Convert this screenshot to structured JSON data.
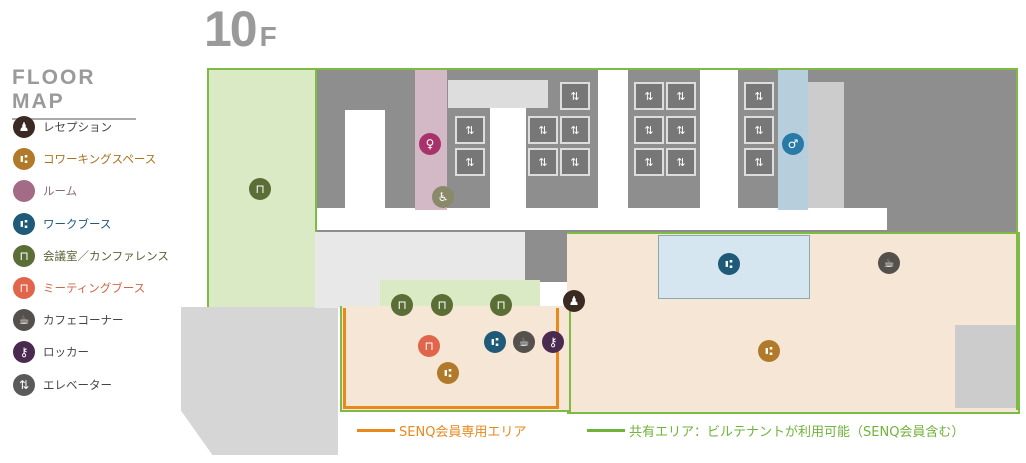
{
  "floor": {
    "number": "10",
    "suffix": "F"
  },
  "legend_title": "FLOOR MAP",
  "legend": [
    {
      "label": "レセプション",
      "color": "#3b2a22",
      "text_color": "#444",
      "icon": "reception-icon",
      "glyph": "♟"
    },
    {
      "label": "コワーキングスペース",
      "color": "#b07a2a",
      "text_color": "#a8731f",
      "icon": "coworking-icon",
      "glyph": "⑆"
    },
    {
      "label": "ルーム",
      "color": "#a46b86",
      "text_color": "#8a6a7a",
      "icon": "room-icon",
      "glyph": ""
    },
    {
      "label": "ワークブース",
      "color": "#1f5a78",
      "text_color": "#1f5a78",
      "icon": "work-booth-icon",
      "glyph": "⑆"
    },
    {
      "label": "会議室／カンファレンス",
      "color": "#5a6e35",
      "text_color": "#5a6035",
      "icon": "conference-icon",
      "glyph": "⊓"
    },
    {
      "label": "ミーティングブース",
      "color": "#e0654a",
      "text_color": "#d0654a",
      "icon": "meeting-booth-icon",
      "glyph": "⊓"
    },
    {
      "label": "カフェコーナー",
      "color": "#54504c",
      "text_color": "#444",
      "icon": "cafe-icon",
      "glyph": "☕"
    },
    {
      "label": "ロッカー",
      "color": "#4a2a4f",
      "text_color": "#444",
      "icon": "locker-icon",
      "glyph": "⚷"
    },
    {
      "label": "エレベーター",
      "color": "#5a5a5a",
      "text_color": "#444",
      "icon": "elevator-icon",
      "glyph": "⇅"
    }
  ],
  "map_legend": [
    {
      "label": "SENQ会員専用エリア",
      "color": "#e8891c"
    },
    {
      "label": "共有エリア：ビルテナントが利用可能（SENQ会員含む）",
      "color": "#6fb33a"
    }
  ],
  "elevator_glyph": "⇅"
}
